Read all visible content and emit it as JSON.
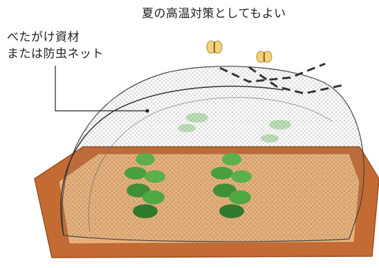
{
  "captions": {
    "top": "夏の高温対策としてもよい",
    "label_line1": "べたがけ資材",
    "label_line2": "または防虫ネット"
  },
  "colors": {
    "soil": "#e8b27a",
    "soil_dark": "#c98a4f",
    "border": "#b5652e",
    "net": "#555555",
    "leaf": "#5bb04a",
    "leaf_dark": "#2f7a2c",
    "butterfly": "#f2d27a"
  },
  "illustration": {
    "subject": "tunnel-net-over-vegetable-bed",
    "icons": [
      "butterfly-icon",
      "butterfly-icon",
      "plant-icon",
      "plant-icon"
    ]
  }
}
